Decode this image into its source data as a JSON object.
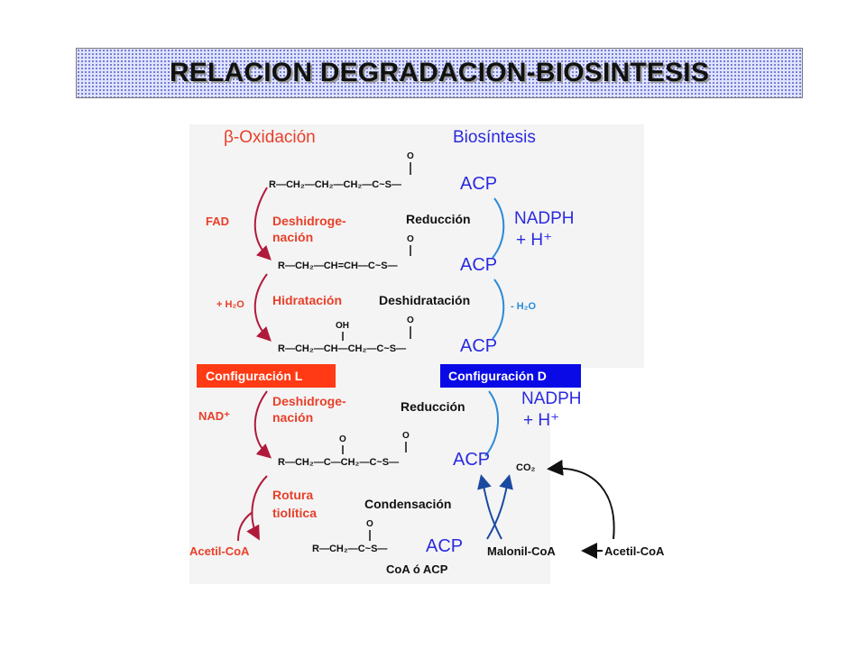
{
  "title": "RELACION DEGRADACION-BIOSINTESIS",
  "headers": {
    "left": "β-Oxidación",
    "right": "Biosíntesis"
  },
  "molecules": {
    "m1": "R—CH₂—CH₂—CH₂—C~S—",
    "m2": "R—CH₂—CH=CH—C~S—",
    "m3": "R—CH₂—CH—CH₂—C~S—",
    "m4": "R—CH₂—C—CH₂—C~S—",
    "m5": "R—CH₂—C~S—",
    "acp": "ACP",
    "o": "O",
    "oh": "OH"
  },
  "left_labels": {
    "fad": "FAD",
    "deshidrogenacion_1a": "Deshidroge-",
    "deshidrogenacion_1b": "nación",
    "h2o": "+ H₂O",
    "hidratacion": "Hidratación",
    "nad": "NAD⁺",
    "deshidrogenacion_2a": "Deshidroge-",
    "deshidrogenacion_2b": "nación",
    "rotura_a": "Rotura",
    "rotura_b": "tiolítica",
    "acetil_coa": "Acetil-CoA"
  },
  "center_labels": {
    "reduccion_1": "Reducción",
    "deshidratacion": "Deshidratación",
    "reduccion_2": "Reducción",
    "condensacion": "Condensación",
    "coa_o_acp": "CoA ó ACP"
  },
  "right_labels": {
    "nadph_1": "NADPH",
    "h_1": "+ H⁺",
    "minus_h2o": "- H₂O",
    "nadph_2": "NADPH",
    "h_2": "+ H⁺",
    "co2": "CO₂",
    "malonil_coa": "Malonil-CoA",
    "acetil_coa": "Acetil-CoA"
  },
  "config": {
    "l": "Configuración L",
    "d": "Configuración D"
  },
  "colors": {
    "red": "#e8402a",
    "blue": "#2a2ae0",
    "light_blue": "#2a8ad8",
    "config_l_bg": "#ff3a14",
    "config_d_bg": "#0a0ae6",
    "dark_red": "#b01a3a"
  }
}
